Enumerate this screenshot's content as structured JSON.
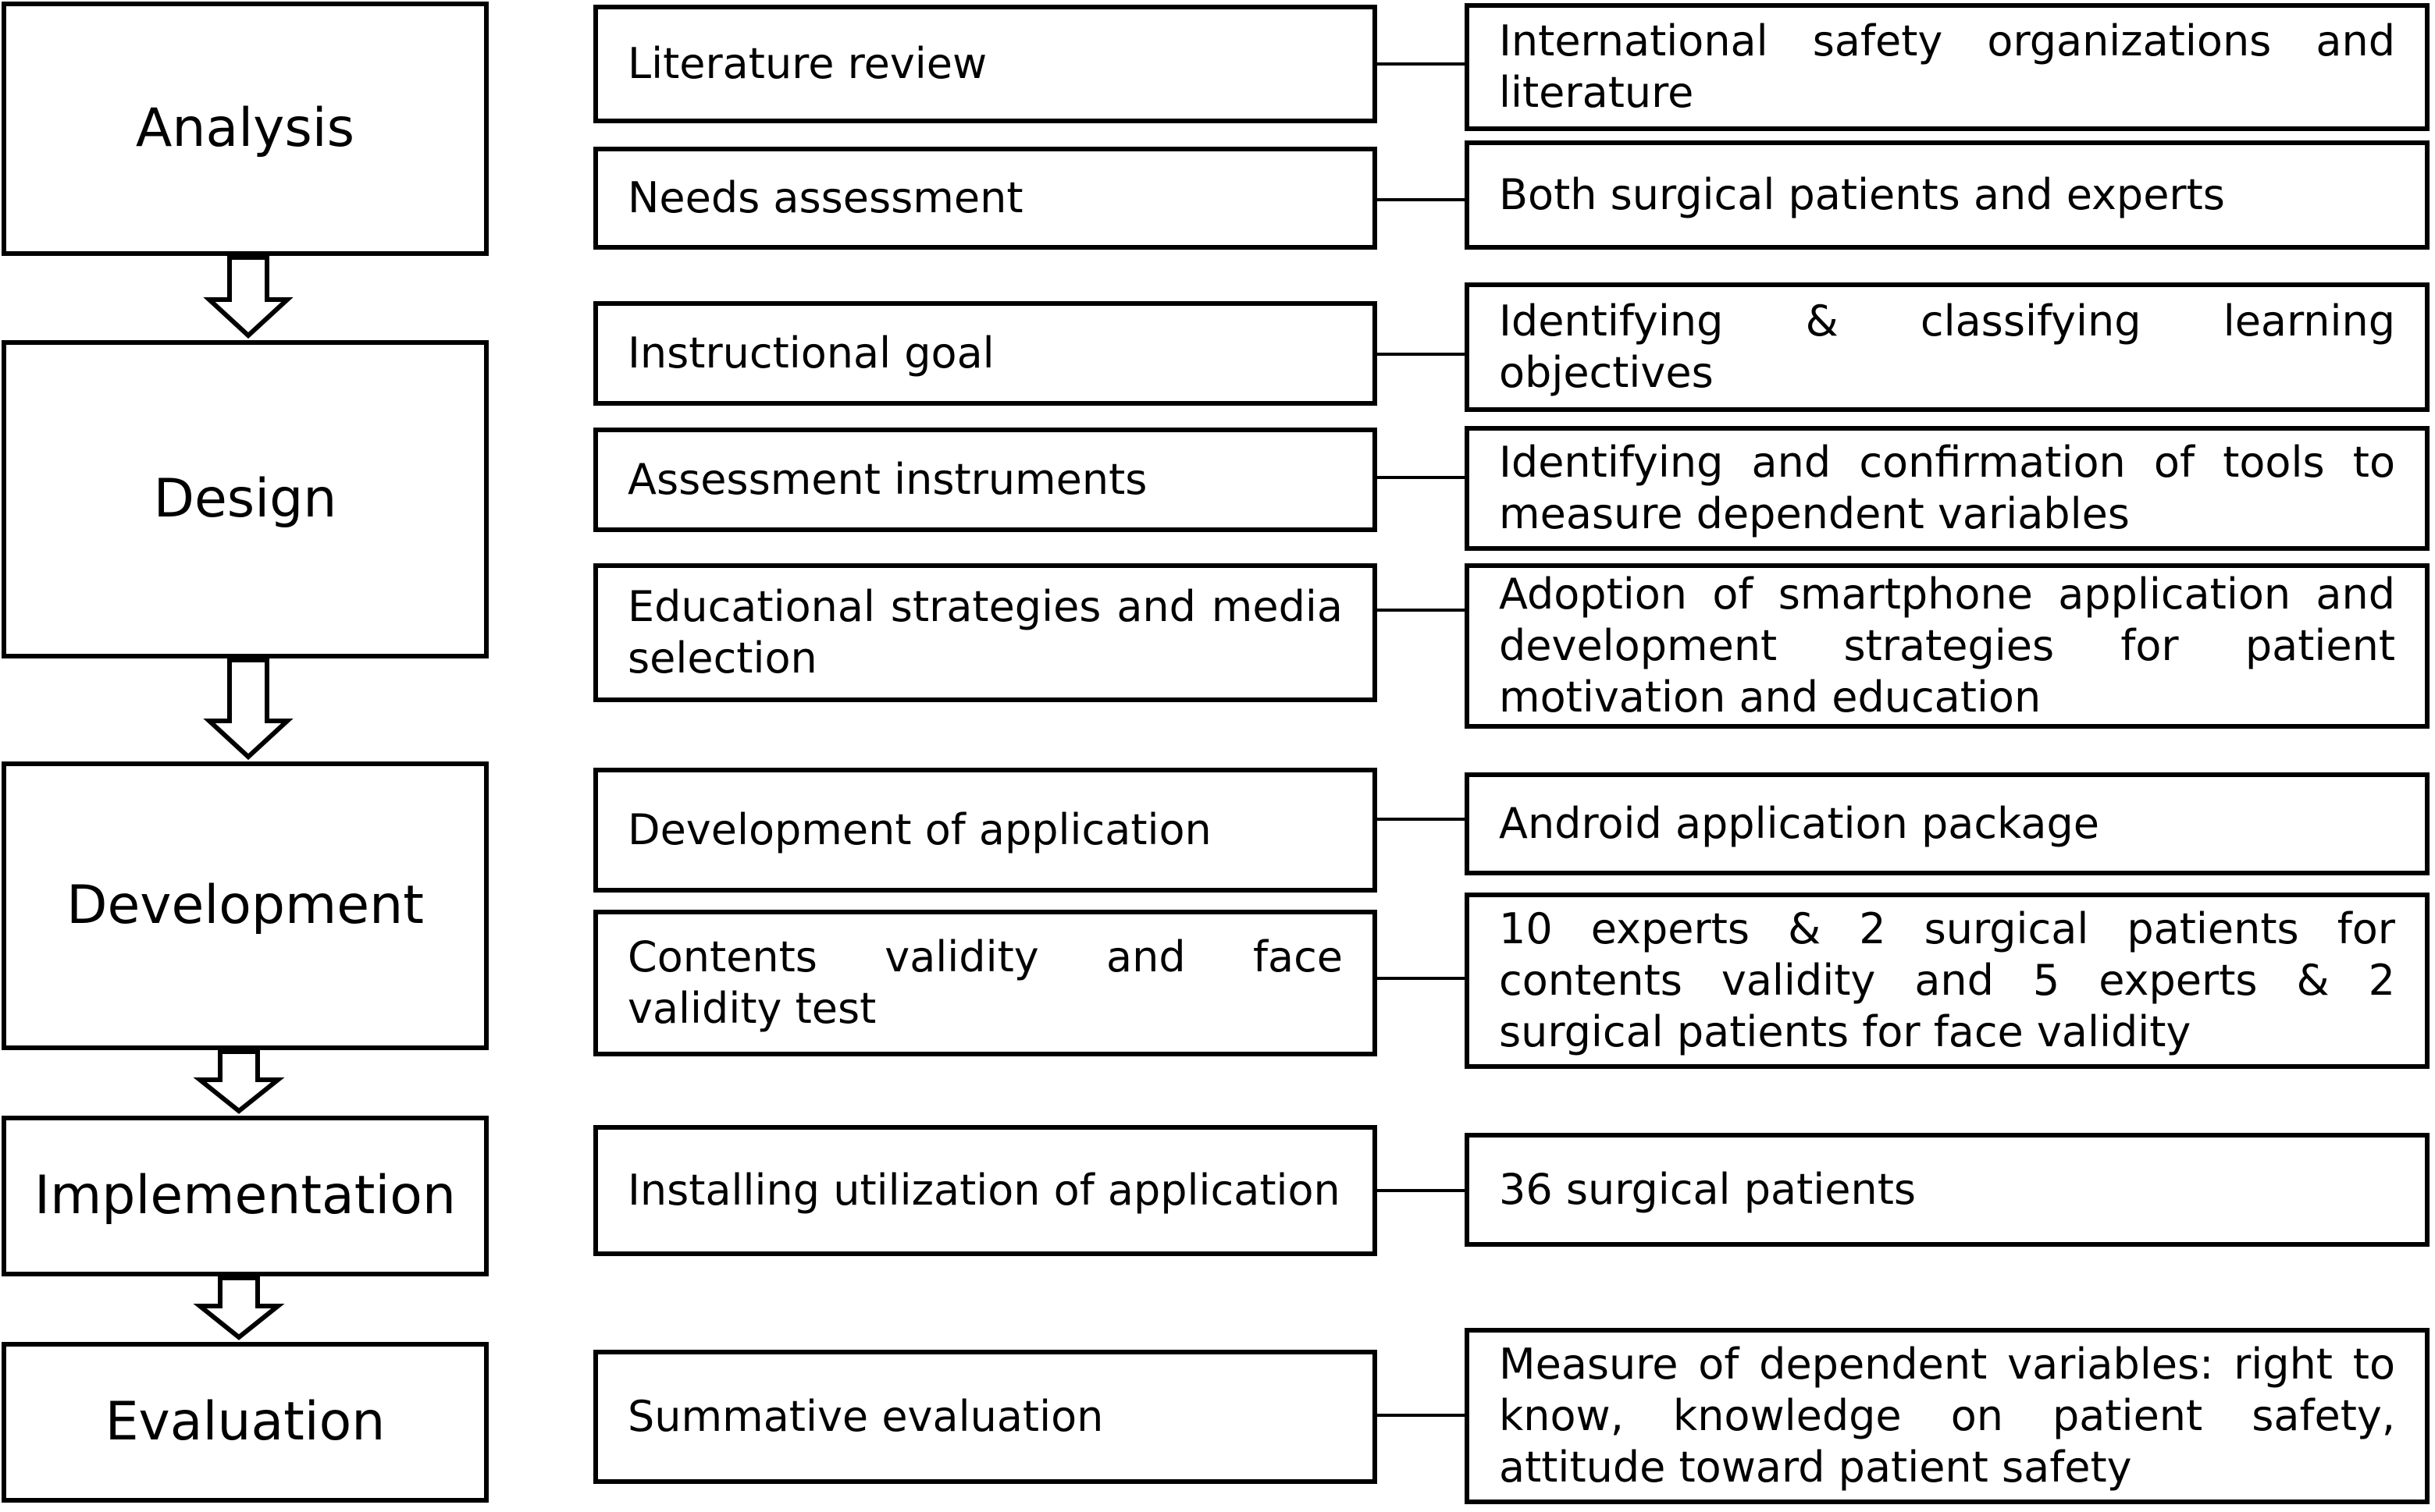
{
  "phases": [
    {
      "label": "Analysis"
    },
    {
      "label": "Design"
    },
    {
      "label": "Development"
    },
    {
      "label": "Implementation"
    },
    {
      "label": "Evaluation"
    }
  ],
  "steps": [
    {
      "label": "Literature review",
      "detail": "International safety  organizations and literature"
    },
    {
      "label": "Needs assessment",
      "detail": "Both surgical patients and experts"
    },
    {
      "label": "Instructional goal",
      "detail": "Identifying & classifying learning objectives"
    },
    {
      "label": "Assessment instruments",
      "detail": "Identifying and confirmation of tools to measure dependent variables"
    },
    {
      "label": "Educational strategies and media selection",
      "detail": "Adoption of smartphone application and development strategies for patient motivation and education"
    },
    {
      "label": "Development of application",
      "detail": "Android application package"
    },
    {
      "label": "Contents validity  and face validity test",
      "detail": "10 experts & 2 surgical patients for contents validity and 5 experts & 2 surgical patients for face validity"
    },
    {
      "label": "Installing  utilization of application",
      "detail": "36 surgical patients"
    },
    {
      "label": "Summative evaluation",
      "detail": "Measure of dependent variables: right to know, knowledge on patient safety, attitude toward patient safety"
    }
  ]
}
